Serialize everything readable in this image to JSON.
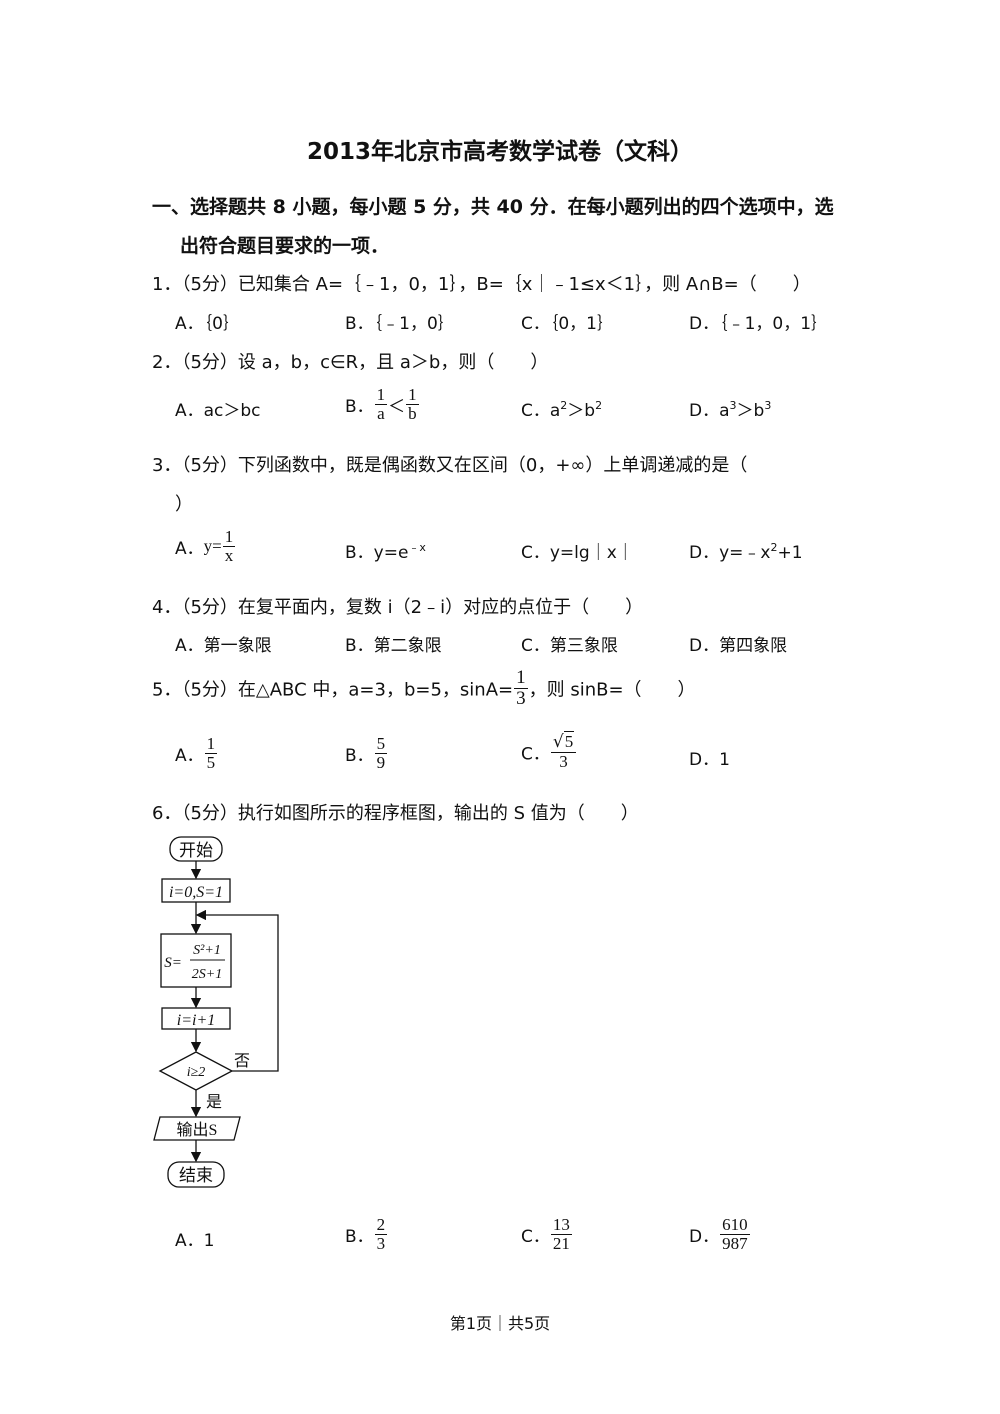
{
  "title": "2013年北京市高考数学试卷（文科）",
  "section": {
    "line1": "一、选择题共 8 小题，每小题 5 分，共 40 分．在每小题列出的四个选项中，选",
    "line2": "出符合题目要求的一项．"
  },
  "q1": {
    "stem": "1．（5分）已知集合 A=｛﹣1，0，1｝，B=｛x｜﹣1≤x＜1｝，则 A∩B=（　　）",
    "A": "A．｛0｝",
    "B": "B．｛﹣1，0｝",
    "C": "C．｛0，1｝",
    "D": "D．｛﹣1，0，1｝"
  },
  "q2": {
    "stem": "2．（5分）设 a，b，c∈R，且 a＞b，则（　　）",
    "A": "A．ac＞bc",
    "B_label": "B．",
    "B_n1": "1",
    "B_d1": "a",
    "B_op": "＜",
    "B_n2": "1",
    "B_d2": "b",
    "C_label": "C．a",
    "C_sup1": "2",
    "C_mid": "＞b",
    "C_sup2": "2",
    "D_label": "D．a",
    "D_sup1": "3",
    "D_mid": "＞b",
    "D_sup2": "3"
  },
  "q3": {
    "stem": "3．（5分）下列函数中，既是偶函数又在区间（0，+∞）上单调递减的是（",
    "stem_end": "）",
    "A_label": "A．",
    "A_pre": "y=",
    "A_num": "1",
    "A_den": "x",
    "B_label": "B．y=e",
    "B_sup": "﹣x",
    "C": "C．y=lg｜x｜",
    "D_label": "D．y=﹣x",
    "D_sup": "2",
    "D_tail": "+1"
  },
  "q4": {
    "stem": "4．（5分）在复平面内，复数 i（2﹣i）对应的点位于（　　）",
    "A": "A．第一象限",
    "B": "B．第二象限",
    "C": "C．第三象限",
    "D": "D．第四象限"
  },
  "q5": {
    "stem_pre": "5．（5分）在△ABC 中，a=3，b=5，sinA=",
    "stem_num": "1",
    "stem_den": "3",
    "stem_post": "，则 sinB=（　　）",
    "A_label": "A．",
    "A_num": "1",
    "A_den": "5",
    "B_label": "B．",
    "B_num": "5",
    "B_den": "9",
    "C_label": "C．",
    "C_rad": "5",
    "C_den": "3",
    "D": "D．1"
  },
  "q6": {
    "stem": "6．（5分）执行如图所示的程序框图，输出的 S 值为（　　）",
    "flow": {
      "start": "开始",
      "init": "i=0,S=1",
      "assign_lhs": "S=",
      "assign_num": "S²+1",
      "assign_den": "2S+1",
      "increment": "i=i+1",
      "cond": "i≥2",
      "no": "否",
      "yes": "是",
      "output": "输出S",
      "end": "结束"
    },
    "A": "A．1",
    "B_label": "B．",
    "B_num": "2",
    "B_den": "3",
    "C_label": "C．",
    "C_num": "13",
    "C_den": "21",
    "D_label": "D．",
    "D_num": "610",
    "D_den": "987"
  },
  "footer": "第1页｜共5页"
}
